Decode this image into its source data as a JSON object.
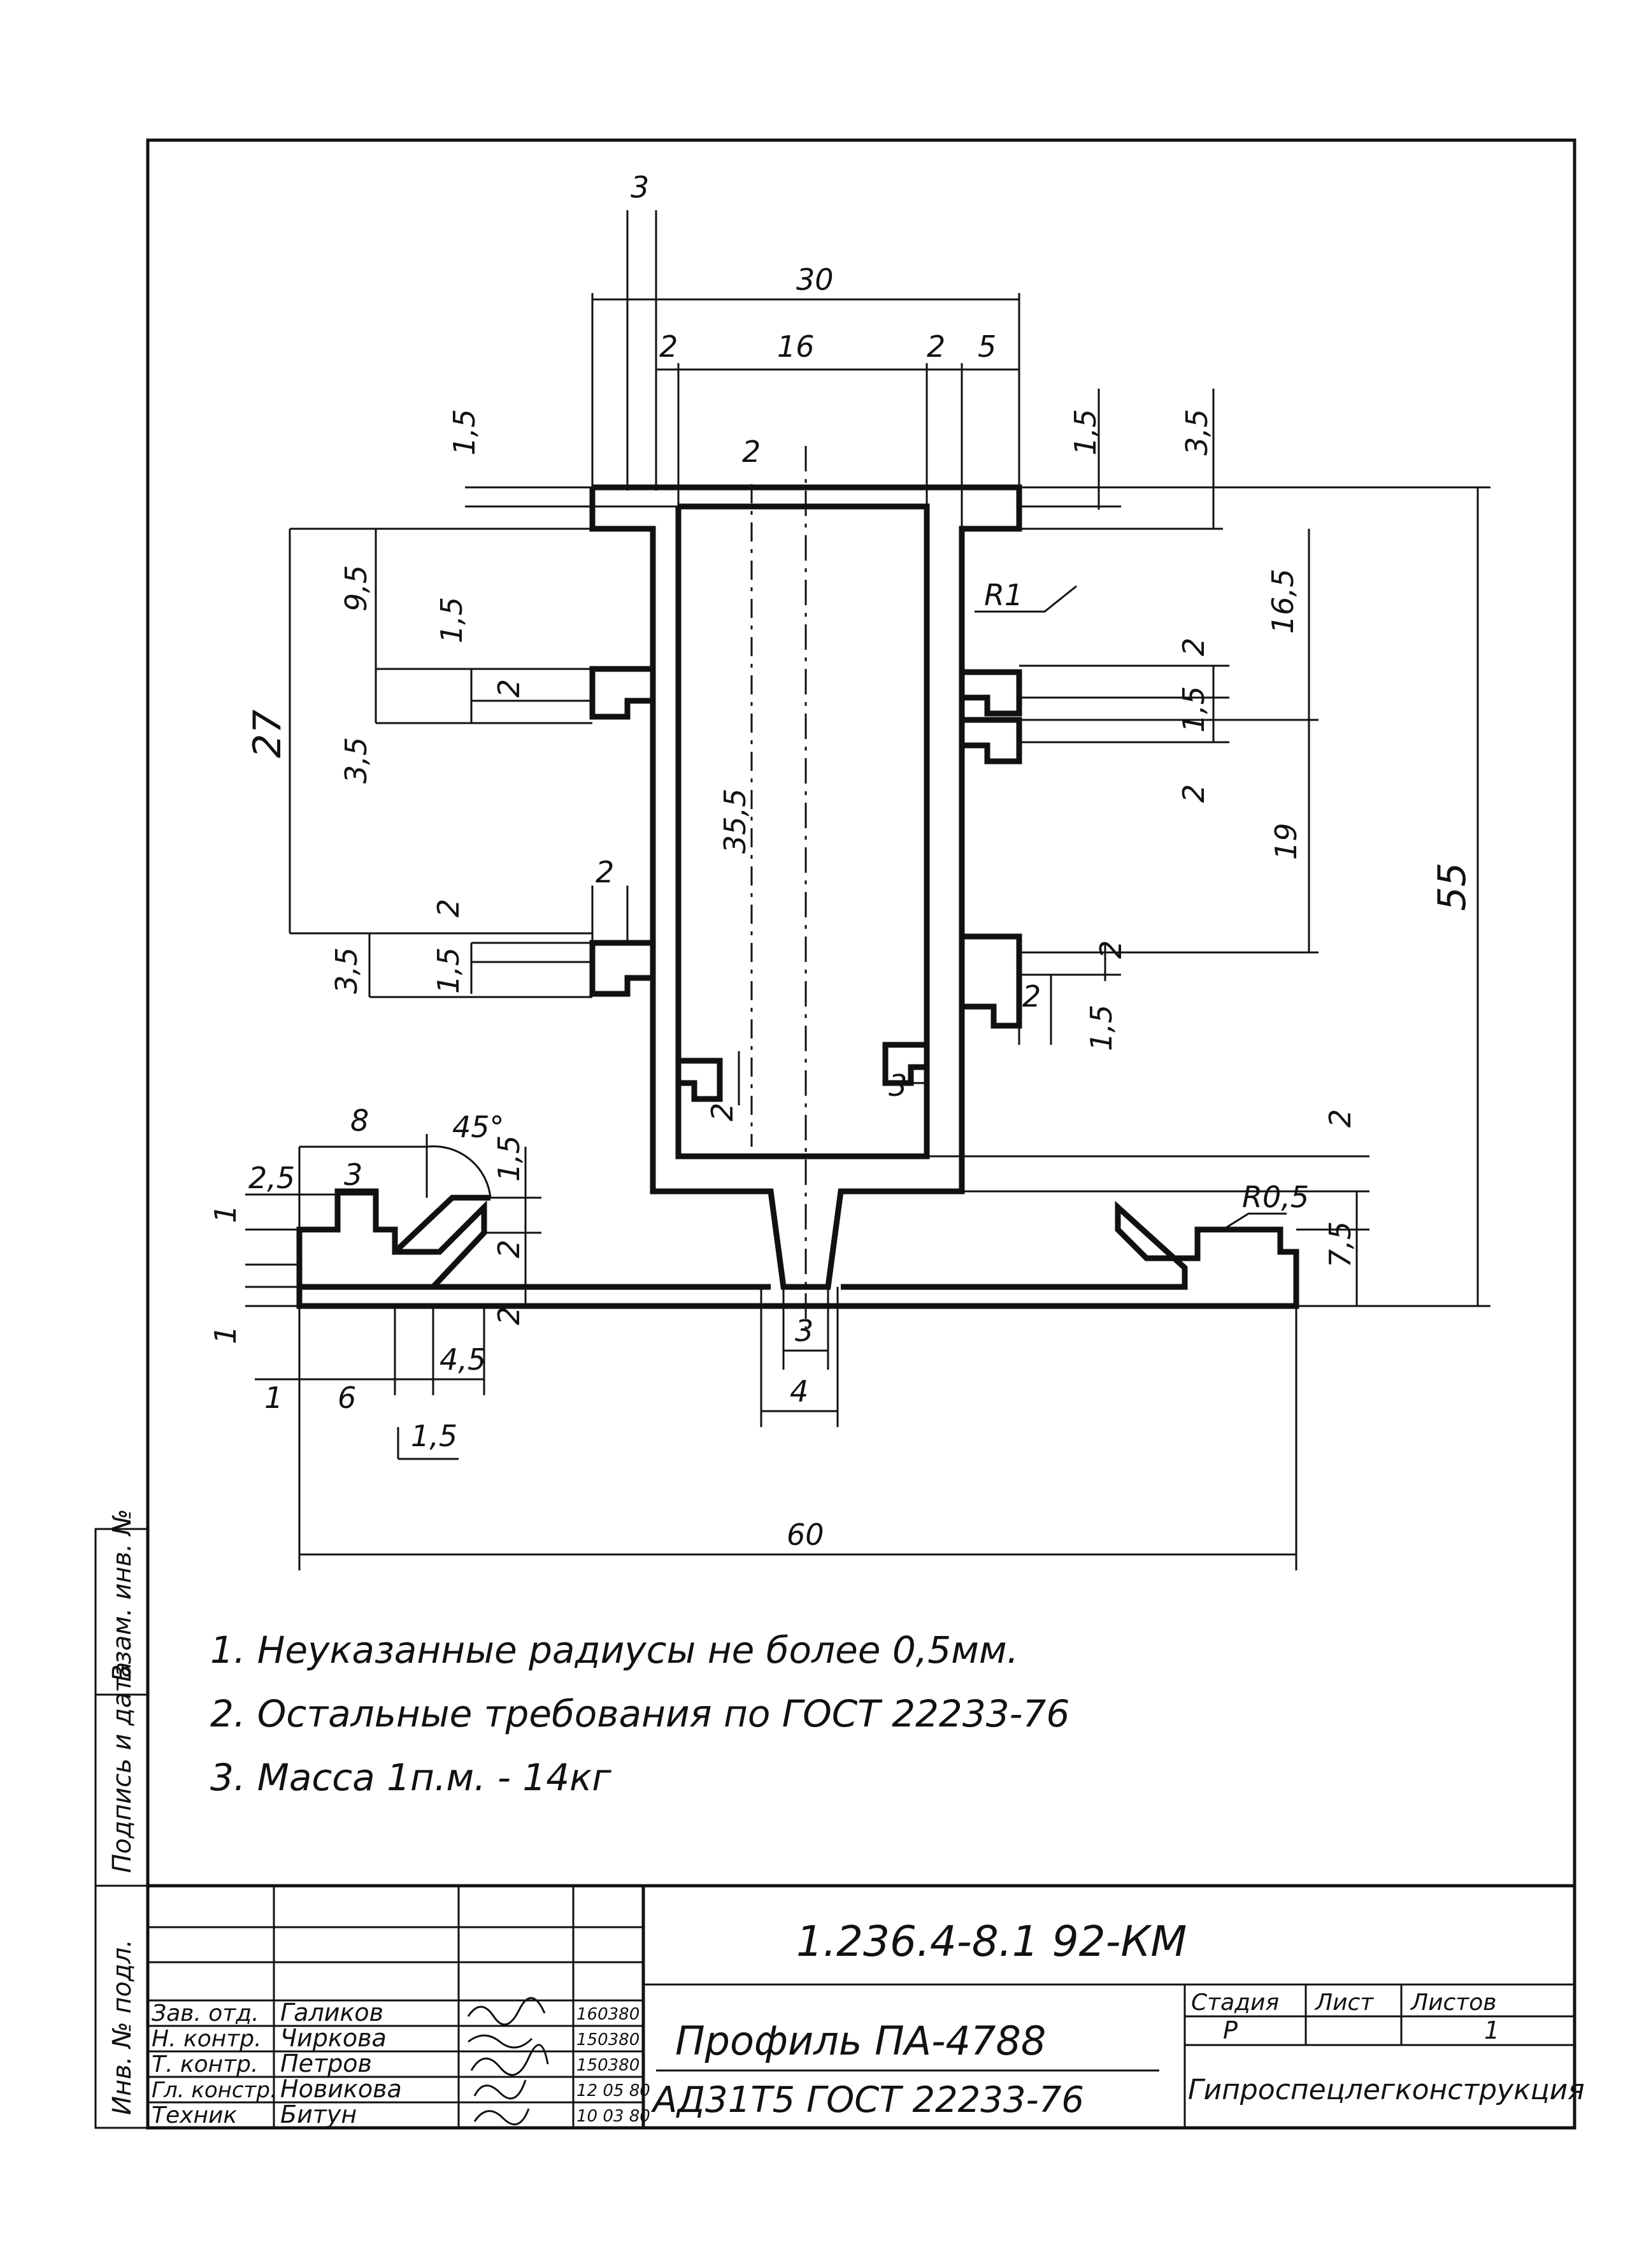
{
  "drawing": {
    "designation": "1.236.4-8.1 92-КМ",
    "title": "Профиль ПА-4788",
    "material": "АД31Т5 ГОСТ 22233-76",
    "organization": "Гипроспецлегконструкция"
  },
  "notes": [
    "1. Неуказанные радиусы не более 0,5мм.",
    "2. Остальные требования по ГОСТ 22233-76",
    "3. Масса 1п.м. - 14кг"
  ],
  "signatures": [
    {
      "role": "Зав. отд.",
      "name": "Галиков",
      "date": "160380"
    },
    {
      "role": "Н. контр.",
      "name": "Чиркова",
      "date": "150380"
    },
    {
      "role": "Т. контр.",
      "name": "Петров",
      "date": "150380"
    },
    {
      "role": "Гл. констр.",
      "name": "Новикова",
      "date": "12 05 80"
    },
    {
      "role": "Техник",
      "name": "Битун",
      "date": "10 03 80"
    }
  ],
  "stage": {
    "stage_label": "Стадия",
    "sheet_label": "Лист",
    "sheets_label": "Листов",
    "stage_value": "Р",
    "sheets_value": "1"
  },
  "side_labels": {
    "inv_podl": "Инв. № подл.",
    "podpis_data": "Подпись и дата",
    "vzam_inv": "Взам. инв. №"
  },
  "dimensions": {
    "d3_top": "3",
    "d30": "30",
    "d2_left": "2",
    "d16": "16",
    "d2_right": "2",
    "d5": "5",
    "d15_topleft": "1,5",
    "d2_center": "2",
    "d15_topright": "1,5",
    "d35_topright": "3,5",
    "d95": "9,5",
    "d15_a": "1,5",
    "d2_a": "2",
    "d27": "27",
    "d35_a": "3,5",
    "d355": "35,5",
    "d165": "16,5",
    "r1": "R1",
    "d2_r": "2",
    "d15_r": "1,5",
    "d2_r2": "2",
    "d19": "19",
    "d55": "55",
    "d2_b": "2",
    "d2_c": "2",
    "d35_b": "3,5",
    "d15_b": "1,5",
    "d2_d": "2",
    "d2_e": "2",
    "d15_e": "1,5",
    "d2_inner": "2",
    "d3_inner": "3",
    "d2_bottom": "2",
    "d8": "8",
    "d45": "45°",
    "d25": "2,5",
    "d3_hook": "3",
    "d1_a": "1",
    "d15_hook": "1,5",
    "d2_hook": "2",
    "d2_hook2": "2",
    "d1_b": "1",
    "d1_c": "1",
    "d6": "6",
    "d45b": "4,5",
    "d15_under": "1,5",
    "r05": "R0,5",
    "d75": "7,5",
    "d3_stem": "3",
    "d4_stem": "4",
    "d60": "60"
  }
}
